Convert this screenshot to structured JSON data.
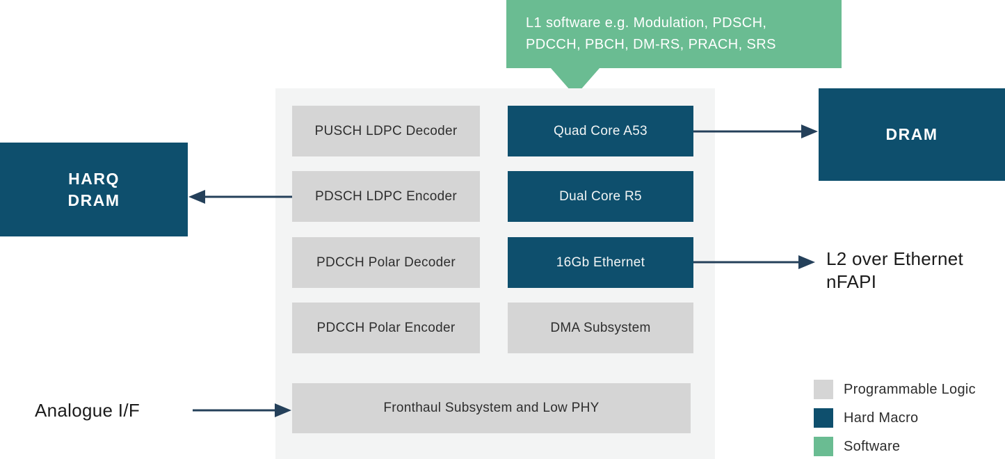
{
  "colors": {
    "programmable_logic": "#d5d5d5",
    "hard_macro": "#0e4f6d",
    "software": "#6abc92",
    "container_bg": "#f3f4f4",
    "arrow": "#24405a",
    "canvas_bg": "#ffffff"
  },
  "callout": {
    "line1": "L1 software e.g. Modulation, PDSCH,",
    "line2": "PDCCH, PBCH, DM-RS, PRACH, SRS"
  },
  "left_column": [
    {
      "label": "PUSCH LDPC Decoder",
      "type": "programmable-logic"
    },
    {
      "label": "PDSCH LDPC Encoder",
      "type": "programmable-logic"
    },
    {
      "label": "PDCCH Polar Decoder",
      "type": "programmable-logic"
    },
    {
      "label": "PDCCH Polar Encoder",
      "type": "programmable-logic"
    }
  ],
  "right_column": [
    {
      "label": "Quad Core A53",
      "type": "hard-macro"
    },
    {
      "label": "Dual Core R5",
      "type": "hard-macro"
    },
    {
      "label": "16Gb Ethernet",
      "type": "hard-macro"
    },
    {
      "label": "DMA Subsystem",
      "type": "programmable-logic"
    }
  ],
  "bottom_block": {
    "label": "Fronthaul Subsystem and Low PHY",
    "type": "programmable-logic"
  },
  "external_blocks": {
    "harq_dram": {
      "line1": "HARQ",
      "line2": "DRAM",
      "type": "hard-macro"
    },
    "dram": {
      "label": "DRAM",
      "type": "hard-macro"
    }
  },
  "annotations": {
    "analogue_if": "Analogue I/F",
    "l2_line1": "L2 over Ethernet",
    "l2_line2": "nFAPI"
  },
  "legend": [
    {
      "label": "Programmable Logic",
      "color": "#d5d5d5"
    },
    {
      "label": "Hard Macro",
      "color": "#0e4f6d"
    },
    {
      "label": "Software",
      "color": "#6abc92"
    }
  ]
}
